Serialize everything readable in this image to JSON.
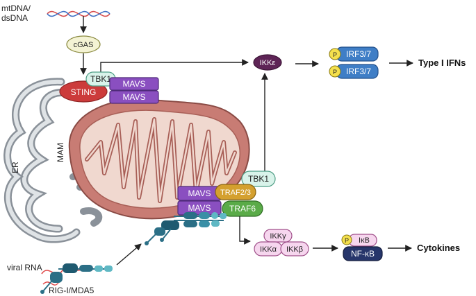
{
  "labels": {
    "mtdna_line1": "mtDNA/",
    "mtdna_line2": "dsDNA",
    "cgas": "cGAS",
    "tbk1_top": "TBK1",
    "sting": "STING",
    "mavs_top1": "MAVS",
    "mavs_top2": "MAVS",
    "ikke": "IKKε",
    "p": "P",
    "irf3_7_a": "IRF3/7",
    "irf3_7_b": "IRF3/7",
    "type1_ifns": "Type I IFNs",
    "er": "ER",
    "mam": "MAM",
    "tbk1_bottom": "TBK1",
    "traf2_3": "TRAF2/3",
    "traf6": "TRAF6",
    "mavs_bot1": "MAVS",
    "mavs_bot2": "MAVS",
    "ikkg": "IKKγ",
    "ikka": "IKKα",
    "ikkb": "IKKβ",
    "ikb": "IκB",
    "nfkb": "NF-κB",
    "cytokines": "Cytokines",
    "viral_rna": "viral RNA",
    "rigi_mda5": "RIG-I/MDA5"
  },
  "colors": {
    "mito_outer": "#c87c74",
    "mito_inner": "#f0d8cf",
    "er": "#8a9199",
    "mavs": "#8a4fc0",
    "sting": "#cc3b3b",
    "tbk1": "#d9f3ea",
    "traf2_3": "#d4a02f",
    "traf6": "#5aab48",
    "ikke": "#5e2456",
    "irf": "#3f7ec6",
    "phospho": "#f4e04d",
    "ikk": "#f6d6ee",
    "nfkb": "#27366b",
    "rig": "#2b6f86",
    "rna": "#e04a4a"
  }
}
